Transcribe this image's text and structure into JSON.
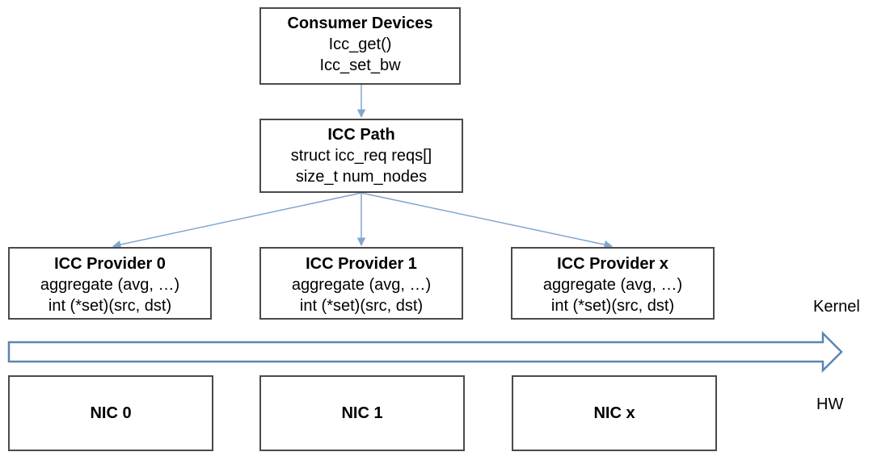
{
  "consumer": {
    "title": "Consumer Devices",
    "lines": [
      "Icc_get()",
      "Icc_set_bw"
    ]
  },
  "path": {
    "title": "ICC Path",
    "lines": [
      "struct icc_req reqs[]",
      "size_t num_nodes"
    ]
  },
  "providers": [
    {
      "title": "ICC Provider 0",
      "lines": [
        "aggregate (avg, …)",
        "int (*set)(src, dst)"
      ]
    },
    {
      "title": "ICC Provider 1",
      "lines": [
        "aggregate (avg, …)",
        "int (*set)(src, dst)"
      ]
    },
    {
      "title": "ICC Provider x",
      "lines": [
        "aggregate (avg, …)",
        "int (*set)(src, dst)"
      ]
    }
  ],
  "nics": [
    {
      "label": "NIC 0"
    },
    {
      "label": "NIC 1"
    },
    {
      "label": "NIC x"
    }
  ],
  "layers": {
    "kernel": "Kernel",
    "hw": "HW"
  },
  "colors": {
    "box_border": "#4a4a4a",
    "connector": "#7fa7cf",
    "layer_arrow": "#5a86b3"
  }
}
